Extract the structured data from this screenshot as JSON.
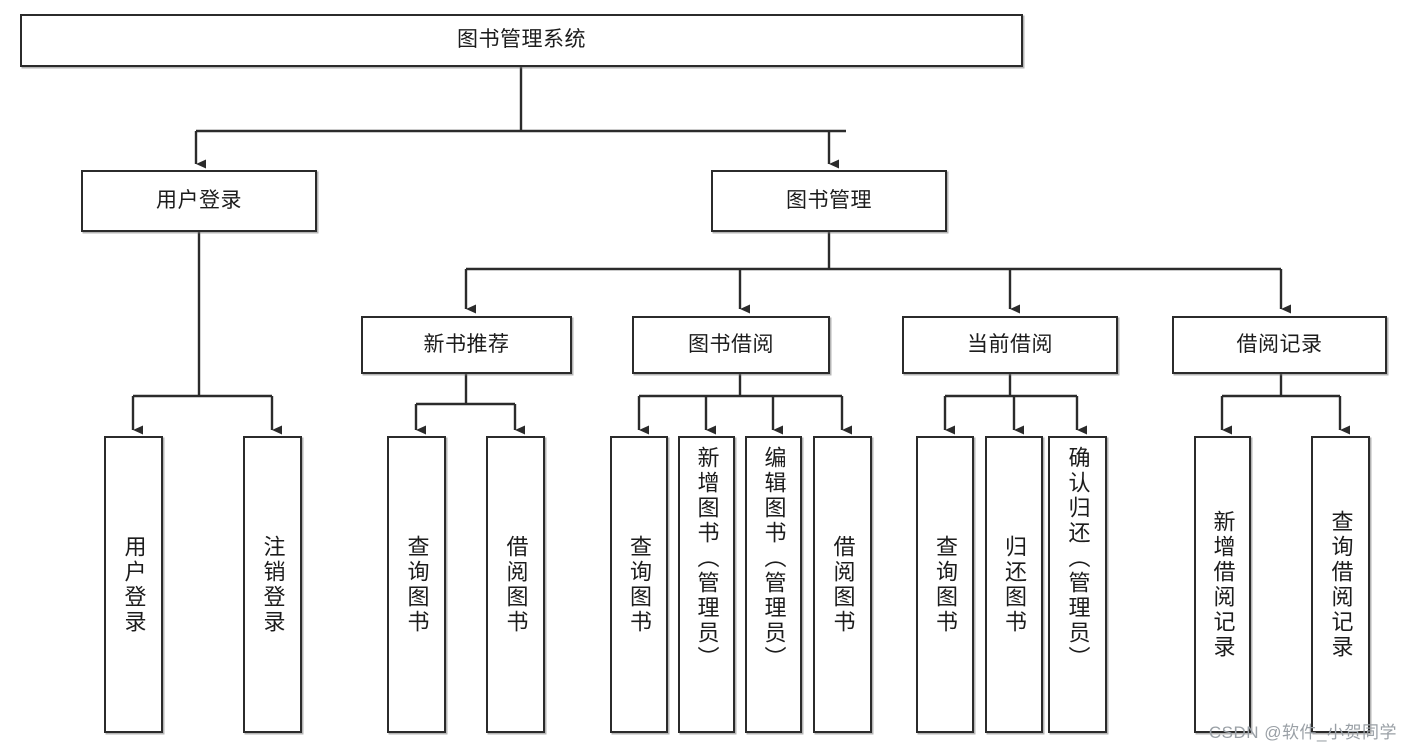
{
  "diagram": {
    "title": "图书管理系统",
    "type": "hierarchy-tree",
    "watermark": "CSDN @软件_小贺同学",
    "colors": {
      "box_border": "#2b2b2b",
      "box_fill": "#ffffff",
      "connector": "#2b2b2b",
      "text": "#1c1c1c",
      "watermark": "#9aa0a6"
    },
    "nodes": {
      "root": {
        "label": "图书管理系统",
        "level": 1
      },
      "user_login": {
        "label": "用户登录",
        "level": 2
      },
      "book_manage": {
        "label": "图书管理",
        "level": 2
      },
      "new_book_rec": {
        "label": "新书推荐",
        "level": 3
      },
      "book_borrow": {
        "label": "图书借阅",
        "level": 3
      },
      "current_borrow": {
        "label": "当前借阅",
        "level": 3
      },
      "borrow_record": {
        "label": "借阅记录",
        "level": 3
      },
      "leaf_user_login": {
        "label": "用户登录",
        "level": 3
      },
      "leaf_logout": {
        "label": "注销登录",
        "level": 3
      },
      "leaf_query_book_1": {
        "label": "查询图书",
        "level": 4
      },
      "leaf_borrow_book_1": {
        "label": "借阅图书",
        "level": 4
      },
      "leaf_query_book_2": {
        "label": "查询图书",
        "level": 4
      },
      "leaf_add_book": {
        "label": "新增图书（管理员）",
        "level": 4
      },
      "leaf_edit_book": {
        "label": "编辑图书（管理员）",
        "level": 4
      },
      "leaf_borrow_book_2": {
        "label": "借阅图书",
        "level": 4
      },
      "leaf_query_book_3": {
        "label": "查询图书",
        "level": 4
      },
      "leaf_return_book": {
        "label": "归还图书",
        "level": 4
      },
      "leaf_confirm_return": {
        "label": "确认归还（管理员）",
        "level": 4
      },
      "leaf_add_record": {
        "label": "新增借阅记录",
        "level": 4
      },
      "leaf_query_record": {
        "label": "查询借阅记录",
        "level": 4
      }
    }
  }
}
